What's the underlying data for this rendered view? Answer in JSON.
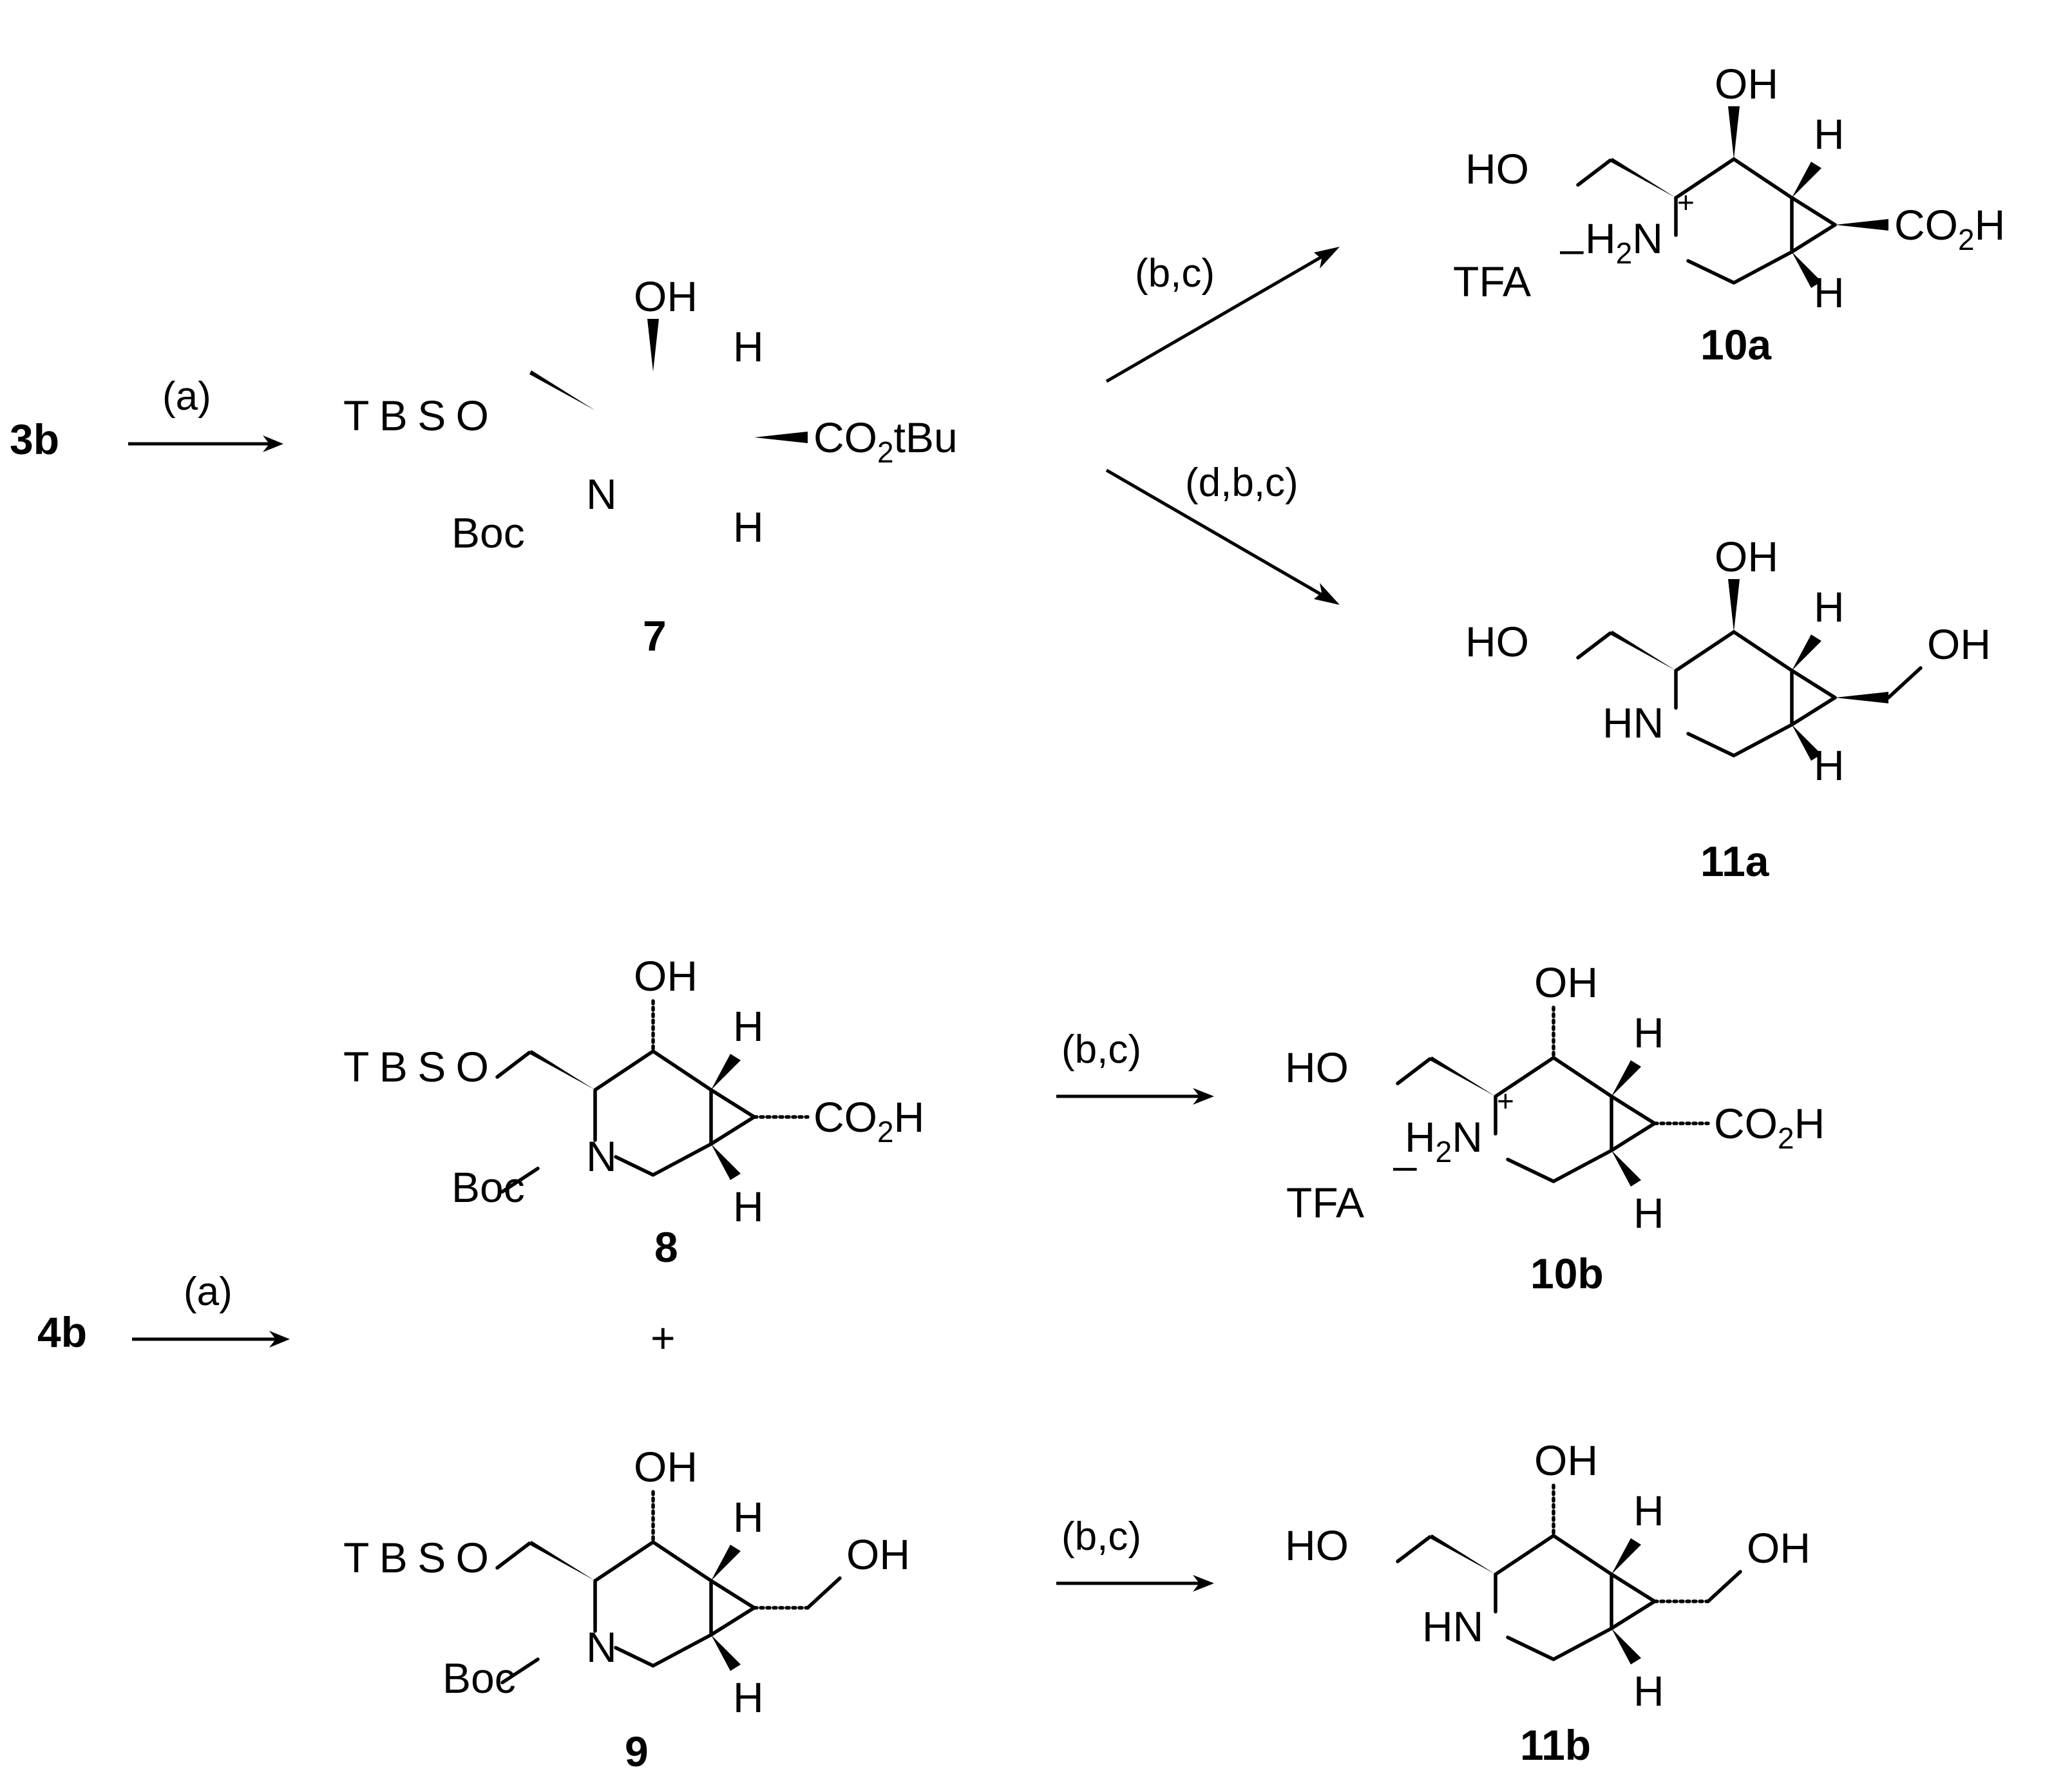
{
  "reactions": {
    "r1": {
      "start": "3b",
      "reagent": "(a)"
    },
    "r2": {
      "reagent": "(b,c)"
    },
    "r3": {
      "reagent": "(d,b,c)"
    },
    "r4": {
      "start": "4b",
      "reagent": "(a)"
    },
    "r5": {
      "reagent": "(b,c)"
    },
    "r6": {
      "reagent": "(b,c)"
    },
    "plus": "+"
  },
  "compounds": {
    "c7": {
      "id": "7",
      "OH": "OH",
      "H_top": "H",
      "H_bot": "H",
      "side": "TBSO",
      "ring_N": "N",
      "n_sub": "Boc",
      "ester": "CO",
      "ester_sub": "2",
      "ester_tail": "tBu"
    },
    "c10a": {
      "id": "10a",
      "OH": "OH",
      "H_top": "H",
      "H_bot": "H",
      "side": "HO",
      "h2": "H",
      "h2_sub": "2",
      "n": "N",
      "charge": "+",
      "counter": "TFA",
      "counter_charge": "–",
      "acid": "CO",
      "acid_sub": "2",
      "acid_tail": "H"
    },
    "c11a": {
      "id": "11a",
      "OH": "OH",
      "H_top": "H",
      "H_bot": "H",
      "side": "HO",
      "ring_N": "HN",
      "tail_OH": "OH"
    },
    "c8": {
      "id": "8",
      "OH": "OH",
      "H_top": "H",
      "H_bot": "H",
      "side": "TBSO",
      "ring_N": "N",
      "n_sub": "Boc",
      "acid": "CO",
      "acid_sub": "2",
      "acid_tail": "H"
    },
    "c10b": {
      "id": "10b",
      "OH": "OH",
      "H_top": "H",
      "H_bot": "H",
      "side": "HO",
      "h2": "H",
      "h2_sub": "2",
      "n": "N",
      "charge": "+",
      "counter": "TFA",
      "counter_charge": "–",
      "acid": "CO",
      "acid_sub": "2",
      "acid_tail": "H"
    },
    "c9": {
      "id": "9",
      "OH": "OH",
      "H_top": "H",
      "H_bot": "H",
      "side": "TBSO",
      "ring_N": "N",
      "n_sub": "Boc",
      "tail_OH": "OH"
    },
    "c11b": {
      "id": "11b",
      "OH": "OH",
      "H_top": "H",
      "H_bot": "H",
      "side": "HO",
      "ring_N": "HN",
      "tail_OH": "OH"
    }
  }
}
